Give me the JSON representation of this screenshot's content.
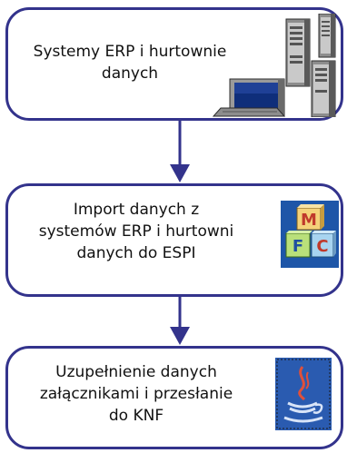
{
  "steps": [
    {
      "text": "Systemy ERP i hurtownie\ndanych",
      "icon": "computer-servers-icon"
    },
    {
      "text": "Import danych z\nsystemów ERP i hurtowni\ndanych do ESPI",
      "icon": "mfc-blocks-icon",
      "icon_letters": [
        "M",
        "F",
        "C"
      ]
    },
    {
      "text": "Uzupełnienie danych\nzałącznikami i przesłanie\ndo KNF",
      "icon": "java-coffee-icon"
    }
  ],
  "colors": {
    "border": "#33338c",
    "arrow": "#33338c",
    "text": "#111111"
  }
}
